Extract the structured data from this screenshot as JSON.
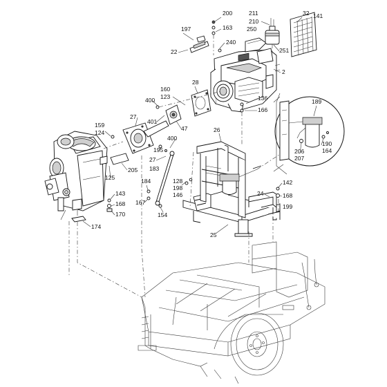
{
  "diagram": {
    "callouts": {
      "c200": "200",
      "c163": "163",
      "c211": "211",
      "c210": "210",
      "c250": "250",
      "c32": "32",
      "c141": "141",
      "c197": "197",
      "c22": "22",
      "c240": "240",
      "c251": "251",
      "c2": "2",
      "c28": "28",
      "c160": "160",
      "c123": "123",
      "c400a": "400",
      "c136": "136",
      "c166": "166",
      "c189": "189",
      "c27a": "27",
      "c401": "401",
      "c47": "47",
      "c159": "159",
      "c124": "124",
      "c26": "26",
      "c195": "195",
      "c400b": "400",
      "c27b": "27",
      "c183": "183",
      "c206": "206",
      "c207": "207",
      "c190": "190",
      "c164": "164",
      "c205": "205",
      "c125": "125",
      "c184": "184",
      "c128": "128",
      "c198": "198",
      "c146": "146",
      "c24": "24",
      "c142": "142",
      "c168a": "168",
      "c143": "143",
      "c168b": "168",
      "c170": "170",
      "c167": "167",
      "c199": "199",
      "c154": "154",
      "c174": "174",
      "c25": "25"
    }
  }
}
